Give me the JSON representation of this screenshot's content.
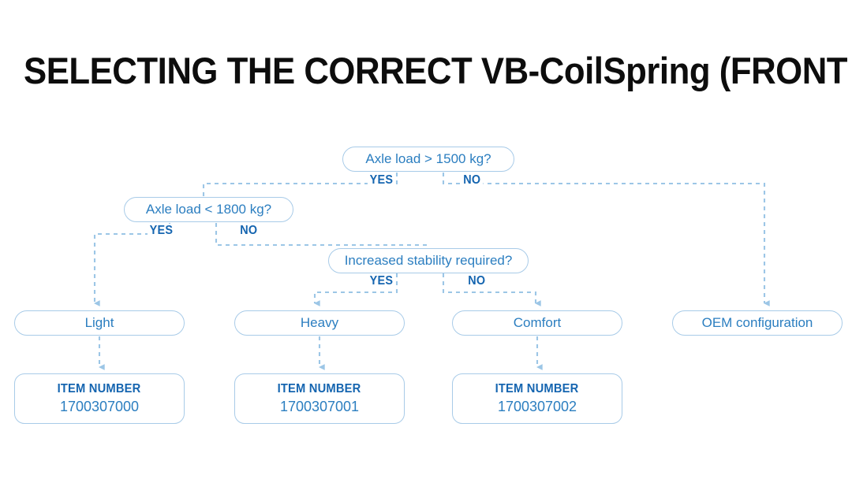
{
  "page": {
    "title": "SELECTING THE CORRECT VB-CoilSpring (FRONT AXLE)",
    "background_color": "#ffffff",
    "accent_color": "#2b7ec0",
    "border_color": "#a8cbe8",
    "label_color": "#1565b0",
    "title_color": "#0d0d0d"
  },
  "flowchart": {
    "type": "decision-tree",
    "decisions": [
      {
        "id": "d1",
        "text": "Axle load > 1500 kg?",
        "yes_label": "YES",
        "no_label": "NO",
        "yes_target": "d2",
        "no_target": "o4"
      },
      {
        "id": "d2",
        "text": "Axle load < 1800 kg?",
        "yes_label": "YES",
        "no_label": "NO",
        "yes_target": "o1",
        "no_target": "d3"
      },
      {
        "id": "d3",
        "text": "Increased stability required?",
        "yes_label": "YES",
        "no_label": "NO",
        "yes_target": "o2",
        "no_target": "o3"
      }
    ],
    "outcomes": [
      {
        "id": "o1",
        "text": "Light",
        "item": "i1"
      },
      {
        "id": "o2",
        "text": "Heavy",
        "item": "i2"
      },
      {
        "id": "o3",
        "text": "Comfort",
        "item": "i3"
      },
      {
        "id": "o4",
        "text": "OEM configuration",
        "item": null
      }
    ],
    "items": [
      {
        "id": "i1",
        "heading": "ITEM NUMBER",
        "number": "1700307000"
      },
      {
        "id": "i2",
        "heading": "ITEM NUMBER",
        "number": "1700307001"
      },
      {
        "id": "i3",
        "heading": "ITEM NUMBER",
        "number": "1700307002"
      }
    ]
  }
}
